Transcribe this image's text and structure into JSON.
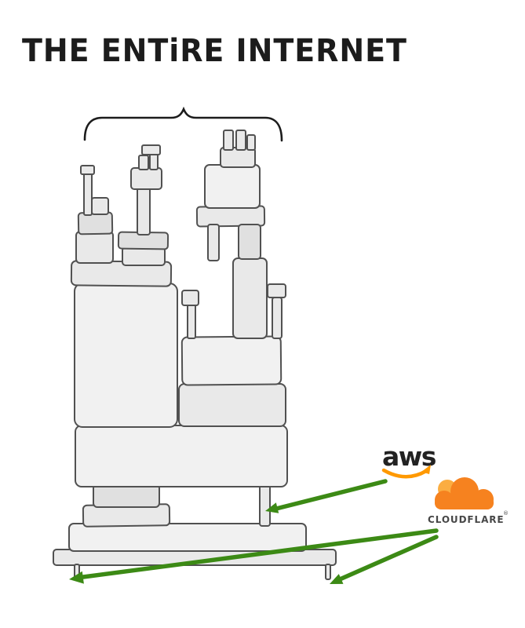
{
  "title": "THE ENTiRE INTERNET",
  "logos": {
    "aws": {
      "text": "aws"
    },
    "cloudflare": {
      "text": "CLOUDFLARE",
      "reg_mark": "®"
    }
  },
  "annotations": {
    "arrows": [
      {
        "from": "aws-logo",
        "to": "thin-support-pillar"
      },
      {
        "from": "cloudflare-logo",
        "to": "left-base-foot"
      },
      {
        "from": "cloudflare-logo",
        "to": "right-base-foot"
      }
    ]
  },
  "colors": {
    "background": "#ffffff",
    "ink": "#1c1c1c",
    "block_fill": "#e9e9e9",
    "block_stroke": "#515151",
    "arrow_green": "#3c8a15",
    "aws_orange": "#ff9900",
    "aws_text": "#222222",
    "cloudflare_orange": "#f6821f",
    "cloudflare_orange_light": "#fbad41",
    "cloudflare_text": "#474747"
  }
}
